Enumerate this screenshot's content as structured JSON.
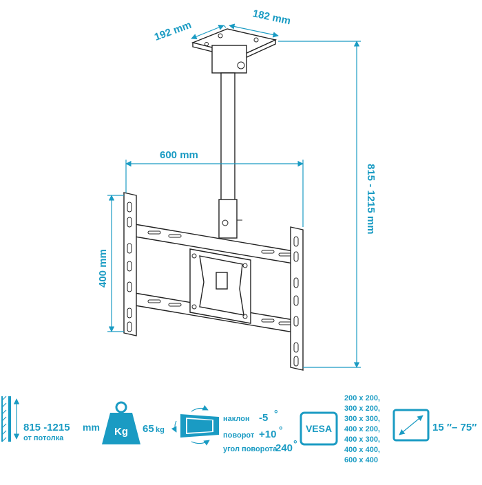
{
  "diagram": {
    "dimensions": {
      "plate_width": "192 mm",
      "plate_depth": "182 mm",
      "arm_span": "600 mm",
      "frame_height": "400 mm",
      "drop_range": "815 - 1215 mm"
    }
  },
  "specs": {
    "drop": {
      "value": "815 -1215",
      "unit": "mm",
      "note": "от потолка"
    },
    "weight": {
      "icon_label": "Kg",
      "value": "65",
      "unit": "kg"
    },
    "tilt": {
      "tilt_label": "наклон",
      "tilt_value": "-5",
      "swivel_label": "поворот",
      "swivel_value": "+10",
      "rotation_label": "угол поворота",
      "rotation_value": "240",
      "degree": "°"
    },
    "vesa": {
      "badge": "VESA",
      "sizes": [
        "200 x 200,",
        "300 x 200,",
        "300 x 300,",
        "400 x 200,",
        "400 x 300,",
        "400 x 400,",
        "600 x 400"
      ]
    },
    "screen": {
      "range": "15 ″– 75″"
    }
  },
  "colors": {
    "accent": "#1a9bc3",
    "line": "#222222"
  }
}
